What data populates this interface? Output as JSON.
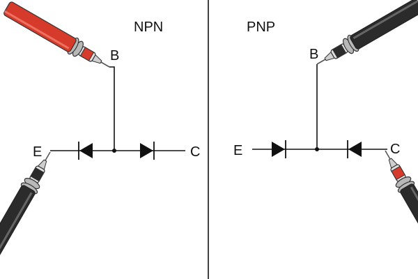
{
  "diagram": {
    "left_panel": {
      "title": "NPN",
      "base_label": "B",
      "emitter_label": "E",
      "collector_label": "C"
    },
    "right_panel": {
      "title": "PNP",
      "base_label": "B",
      "emitter_label": "E",
      "collector_label": "C"
    }
  },
  "colors": {
    "line": "#111111",
    "probe_red": "#d63a2a",
    "probe_black": "#2b2b2b",
    "probe_grey": "#b8b8b8",
    "background": "#ffffff"
  }
}
